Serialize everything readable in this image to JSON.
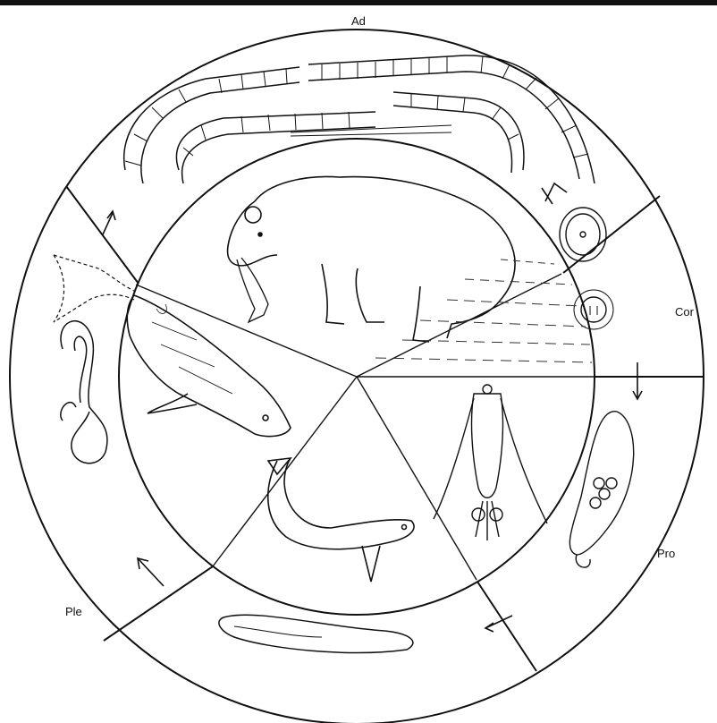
{
  "labels": {
    "adult": "Ad",
    "coracidium": "Cor",
    "procercoid": "Pro",
    "plerocercoid": "Ple"
  },
  "colors": {
    "line": "#111111",
    "background": "#ffffff",
    "water": "#333333"
  },
  "icons": {
    "arrow": "arrow-icon",
    "bear": "bear-icon",
    "fish": "fish-icon",
    "copepod": "copepod-icon",
    "tapeworm": "tapeworm-icon"
  }
}
